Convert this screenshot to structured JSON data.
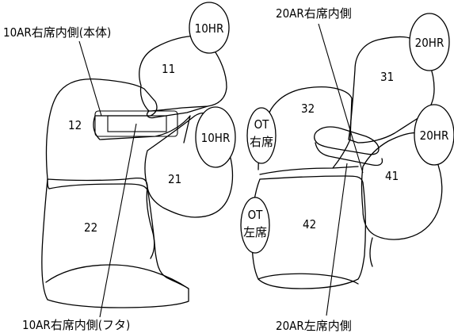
{
  "labels": {
    "left_top": "10AR右席内側(本体)",
    "left_bottom": "10AR右席内側(フタ)",
    "right_top": "20AR右席内側",
    "right_bottom": "20AR左席内側"
  },
  "left_seat": {
    "parts": [
      "11",
      "12",
      "21",
      "22"
    ],
    "headrests": [
      "10HR",
      "10HR"
    ]
  },
  "right_seat": {
    "parts": [
      "31",
      "32",
      "41",
      "42"
    ],
    "headrests": [
      "20HR",
      "20HR"
    ],
    "side_markers": [
      {
        "line1": "OT",
        "line2": "右席"
      },
      {
        "line1": "OT",
        "line2": "左席"
      }
    ]
  }
}
